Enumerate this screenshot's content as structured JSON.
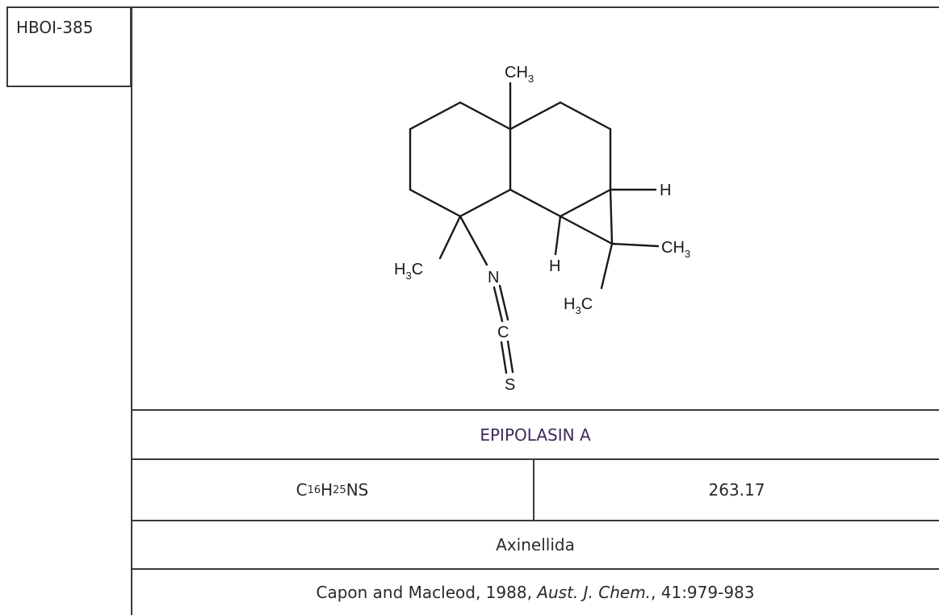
{
  "sample_id": "HBOI-385",
  "structure": {
    "labels": {
      "top_methyl": "CH",
      "top_methyl_sub": "3",
      "right_h": "H",
      "right_methyl": "CH",
      "right_methyl_sub": "3",
      "left_methyl_sub": "3",
      "left_methyl": "H",
      "left_methyl_c": "C",
      "lower_h": "H",
      "lower_methyl": "H",
      "lower_methyl_sub": "3",
      "lower_methyl_c": "C",
      "n_atom": "N",
      "c_atom": "C",
      "s_atom": "S"
    }
  },
  "compound_name": "EPIPOLASIN A",
  "formula": {
    "c": "C",
    "c_count": "16",
    "h": "H",
    "h_count": "25",
    "rest": "NS"
  },
  "molecular_weight": "263.17",
  "order": "Axinellida",
  "reference": {
    "authors_year": "Capon and Macleod, 1988, ",
    "journal": "Aust. J. Chem.",
    "pages": ", 41:979-983"
  }
}
